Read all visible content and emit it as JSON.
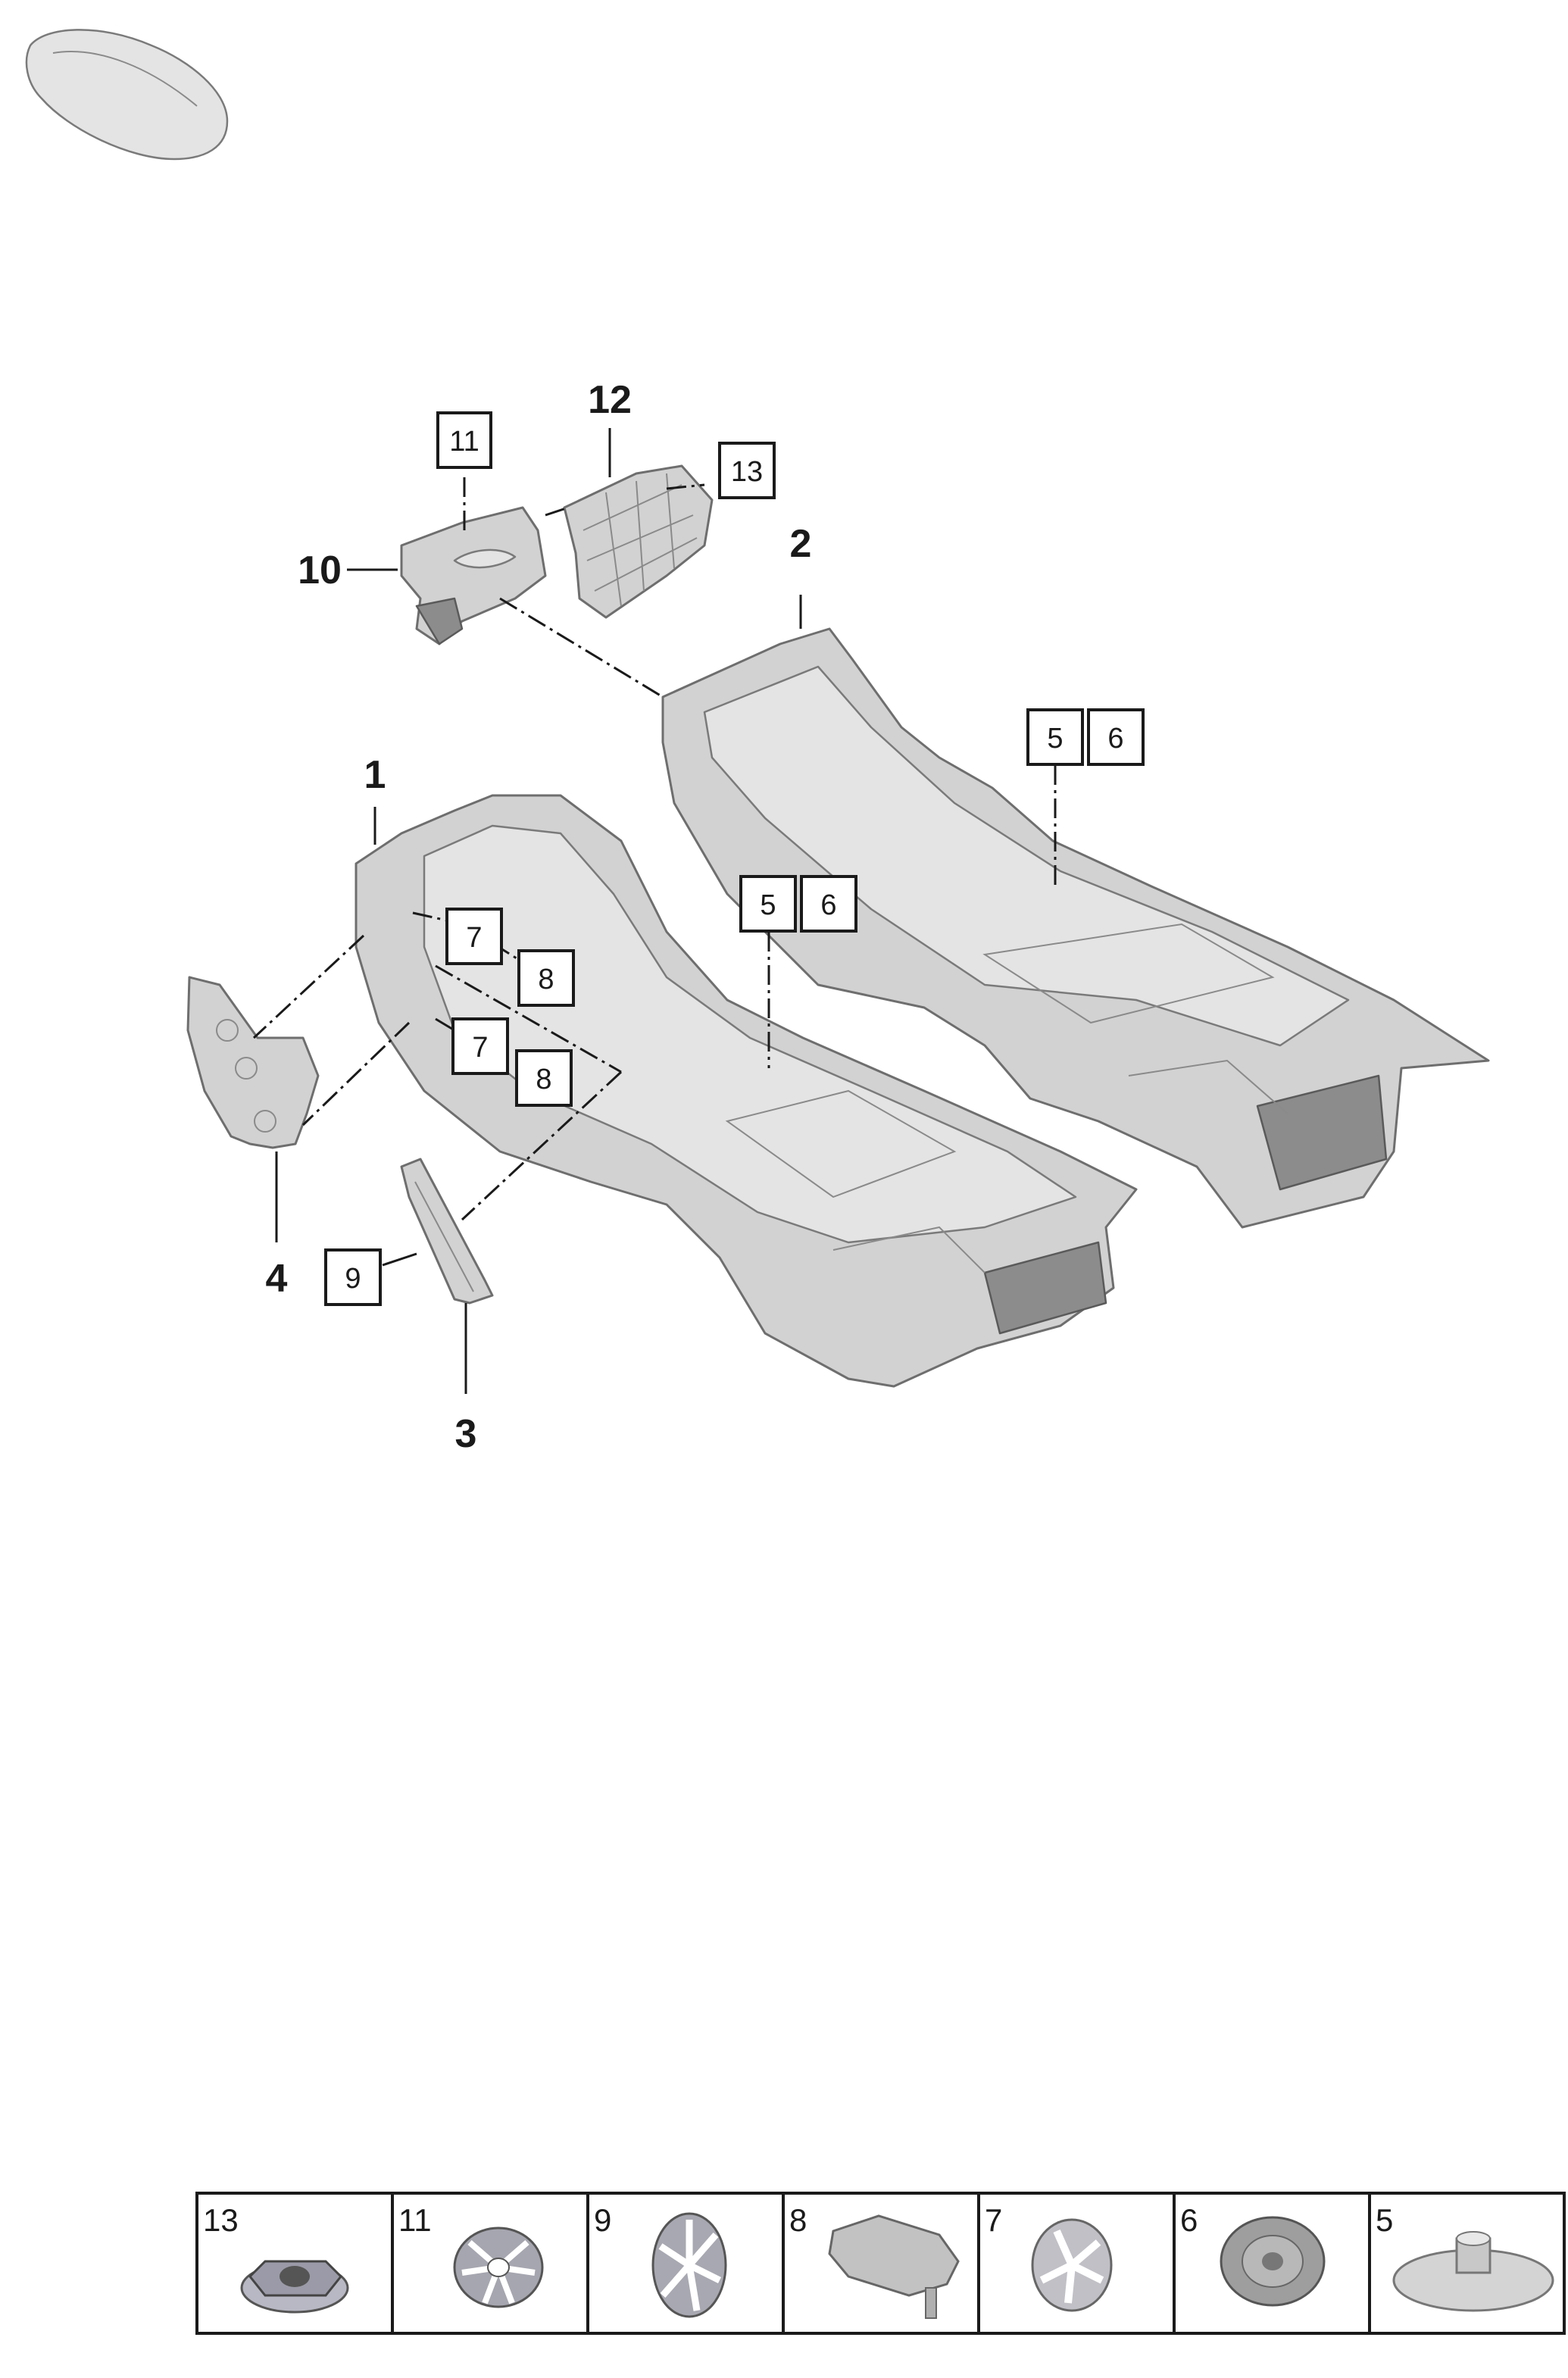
{
  "callouts": {
    "c1": "1",
    "c2": "2",
    "c3": "3",
    "c4": "4",
    "c10": "10",
    "c12": "12",
    "b5a": "5",
    "b6a": "6",
    "b5b": "5",
    "b6b": "6",
    "b7a": "7",
    "b8a": "8",
    "b7b": "7",
    "b8b": "8",
    "b9": "9",
    "b11": "11",
    "b13": "13"
  },
  "legend": {
    "cells": [
      {
        "number": "13",
        "icon": "flange-nut-icon"
      },
      {
        "number": "11",
        "icon": "spring-clip-icon"
      },
      {
        "number": "9",
        "icon": "star-clip-icon"
      },
      {
        "number": "8",
        "icon": "vin-plug-icon"
      },
      {
        "number": "7",
        "icon": "push-nut-icon"
      },
      {
        "number": "6",
        "icon": "round-clip-icon"
      },
      {
        "number": "5",
        "icon": "fastener-disc-icon"
      }
    ]
  },
  "colors": {
    "part_fill": "#d2d2d2",
    "outline": "#1a1a1a"
  }
}
